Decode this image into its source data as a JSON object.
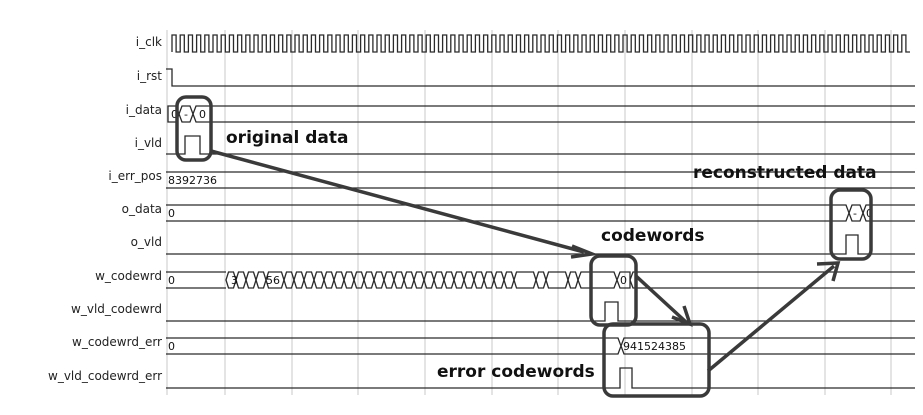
{
  "signals": [
    {
      "key": "i_clk",
      "label": "i_clk",
      "value": ""
    },
    {
      "key": "i_rst",
      "label": "i_rst",
      "value": ""
    },
    {
      "key": "i_data",
      "label": "i_data",
      "value": "0"
    },
    {
      "key": "i_vld",
      "label": "i_vld",
      "value": ""
    },
    {
      "key": "i_err_pos",
      "label": "i_err_pos",
      "value": "8392736"
    },
    {
      "key": "o_data",
      "label": "o_data",
      "value": "0"
    },
    {
      "key": "o_vld",
      "label": "o_vld",
      "value": ""
    },
    {
      "key": "w_codewrd",
      "label": "w_codewrd",
      "value": "0"
    },
    {
      "key": "w_vld_codewrd",
      "label": "w_vld_codewrd",
      "value": ""
    },
    {
      "key": "w_codewrd_err",
      "label": "w_codewrd_err",
      "value": "0"
    },
    {
      "key": "w_vld_codewrd_err",
      "label": "w_vld_codewrd_err",
      "value": ""
    }
  ],
  "bus_labels": {
    "i_data_a": "0",
    "i_data_b": "-",
    "i_data_c": "0",
    "codewrd_a": "3",
    "codewrd_b": "56",
    "codewrd_end": "0",
    "codewrd_err_value": "941524385",
    "o_data_a": "-",
    "o_data_b": "0"
  },
  "annotations": {
    "original_data": "original data",
    "codewords": "codewords",
    "reconstructed_data": "reconstructed data",
    "error_codewords": "error codewords"
  },
  "colors": {
    "waveform": "#2a2a2a",
    "grid": "#c9c9c9",
    "annotation": "#3a3a3a"
  }
}
